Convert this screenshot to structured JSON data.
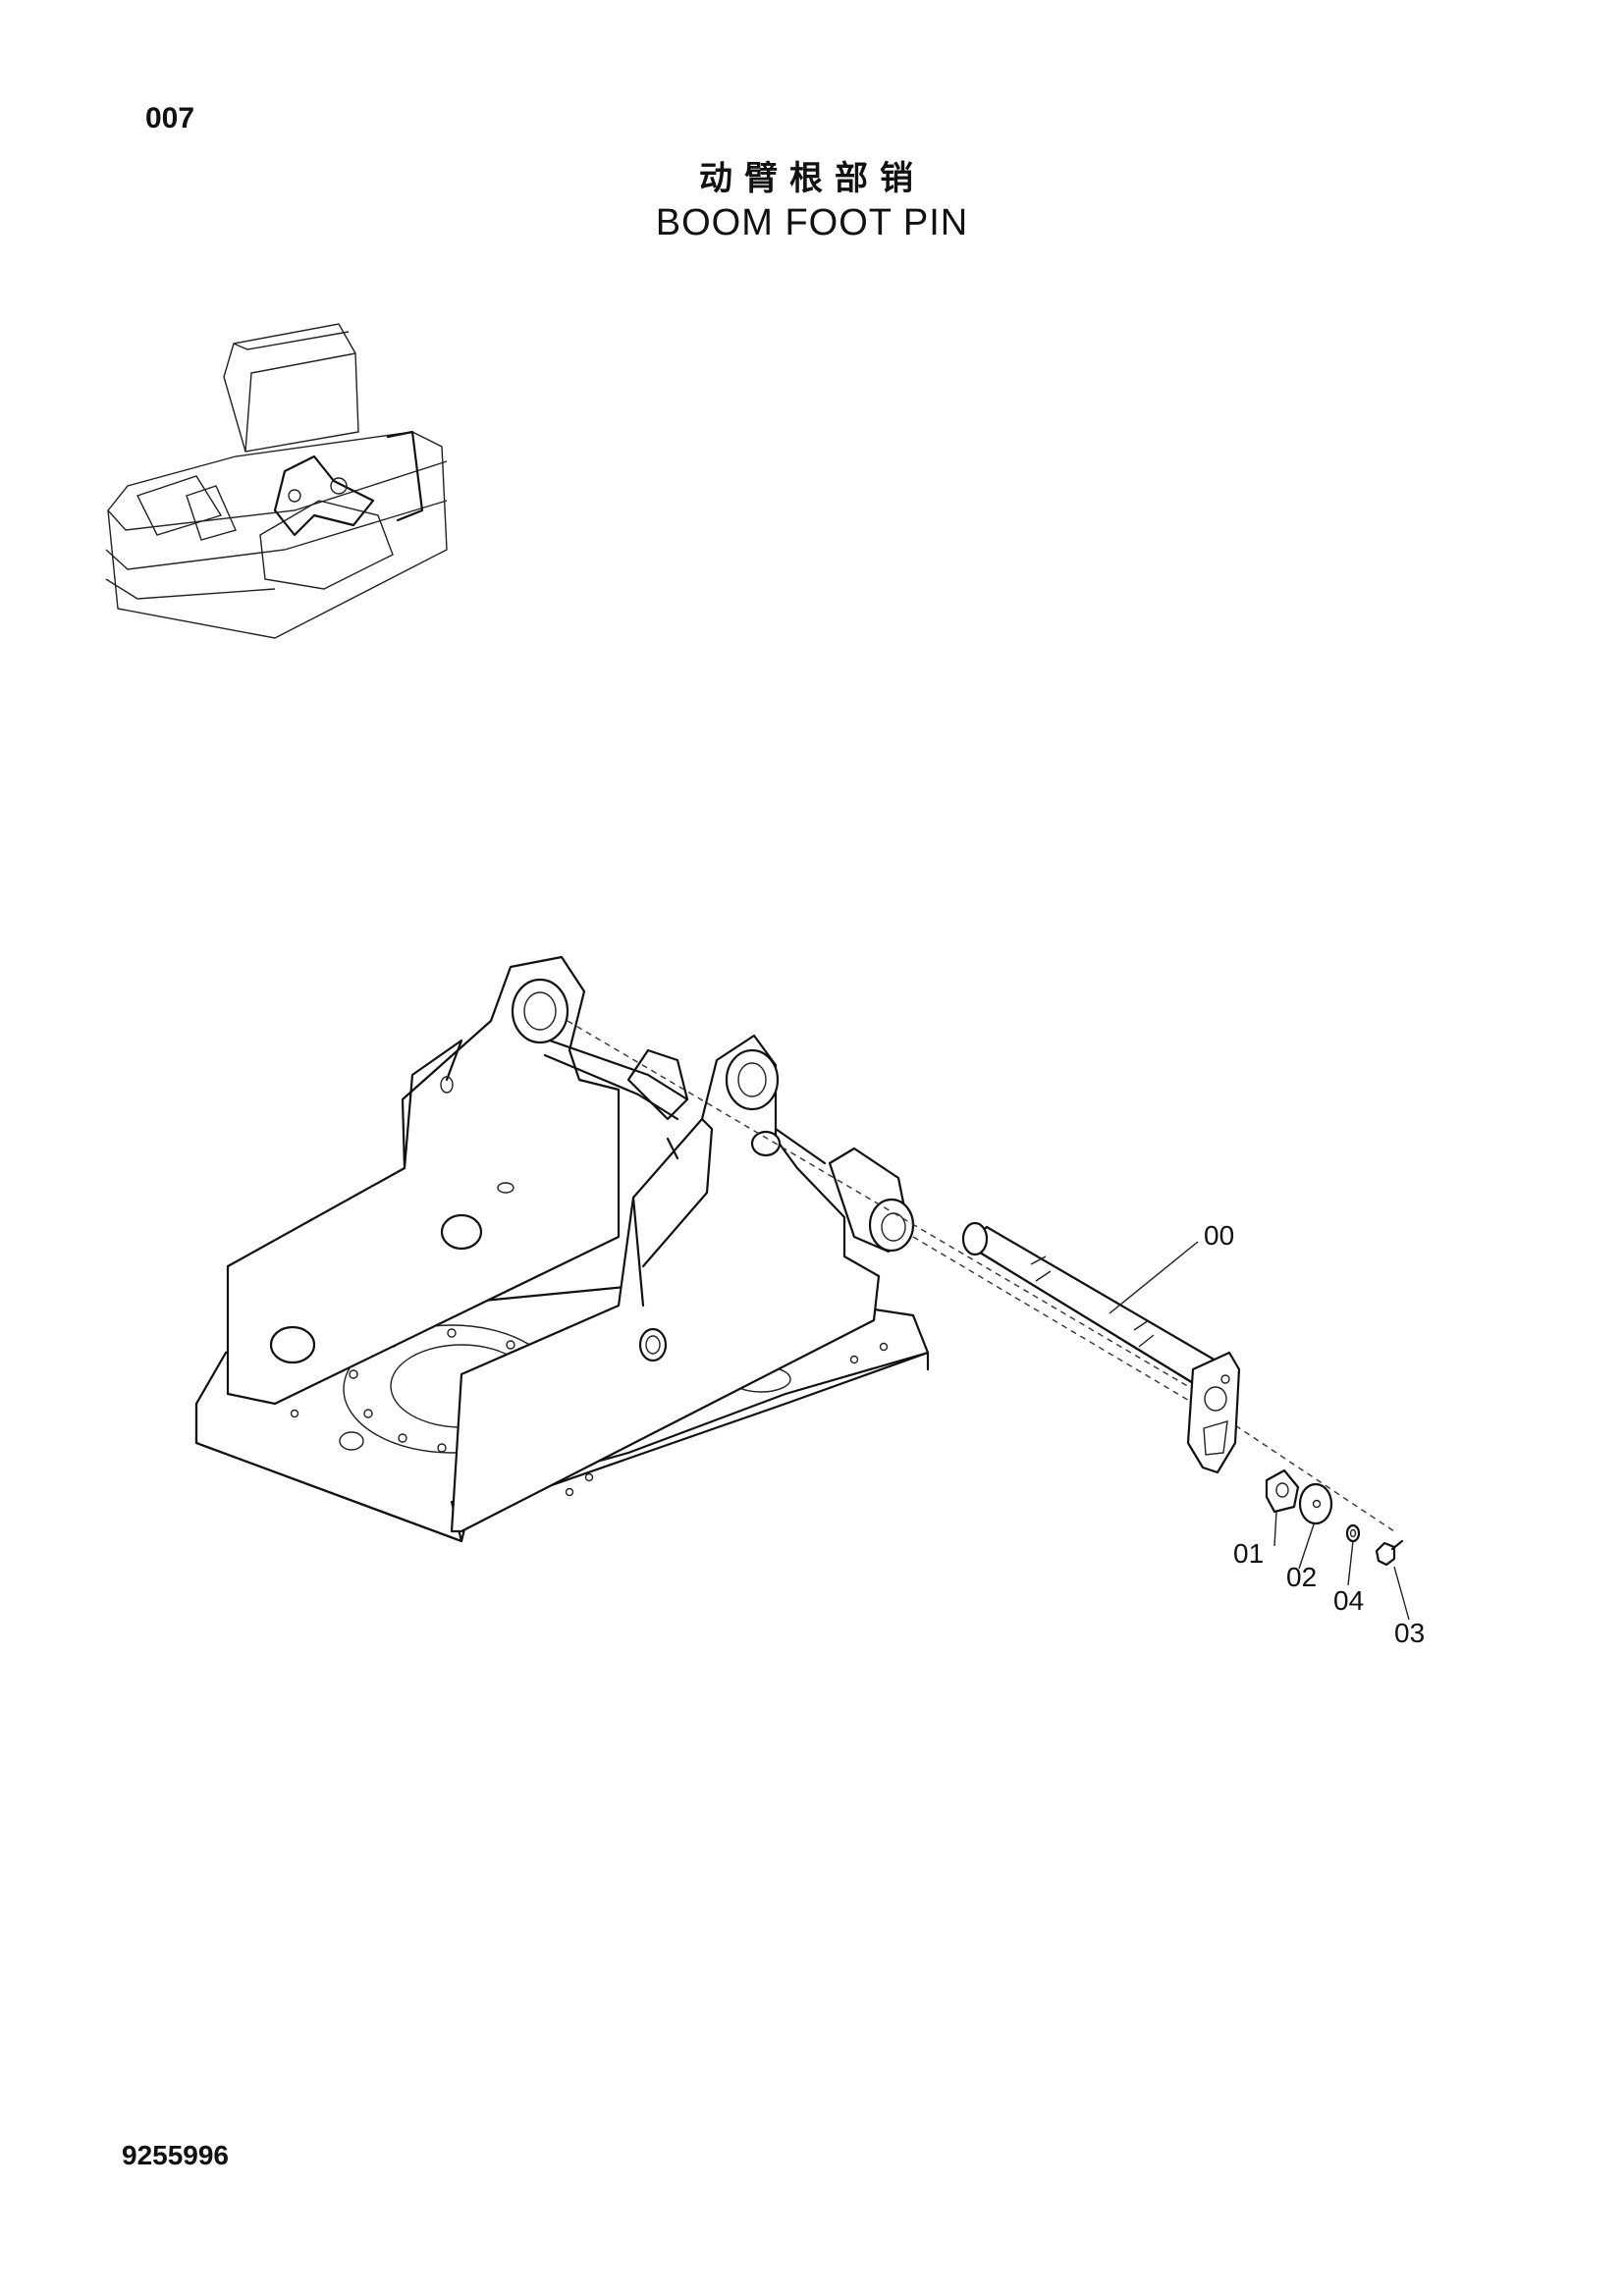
{
  "page": {
    "page_number": "007",
    "title_cn": "动臂根部销",
    "title_en": "BOOM FOOT PIN",
    "document_number": "9255996"
  },
  "callouts": [
    {
      "id": "00",
      "label": "00"
    },
    {
      "id": "01",
      "label": "01"
    },
    {
      "id": "02",
      "label": "02"
    },
    {
      "id": "04",
      "label": "04"
    },
    {
      "id": "03",
      "label": "03"
    }
  ],
  "icons": {
    "overview": "excavator-overview-icon",
    "assembly": "boom-foot-pin-assembly-icon"
  }
}
